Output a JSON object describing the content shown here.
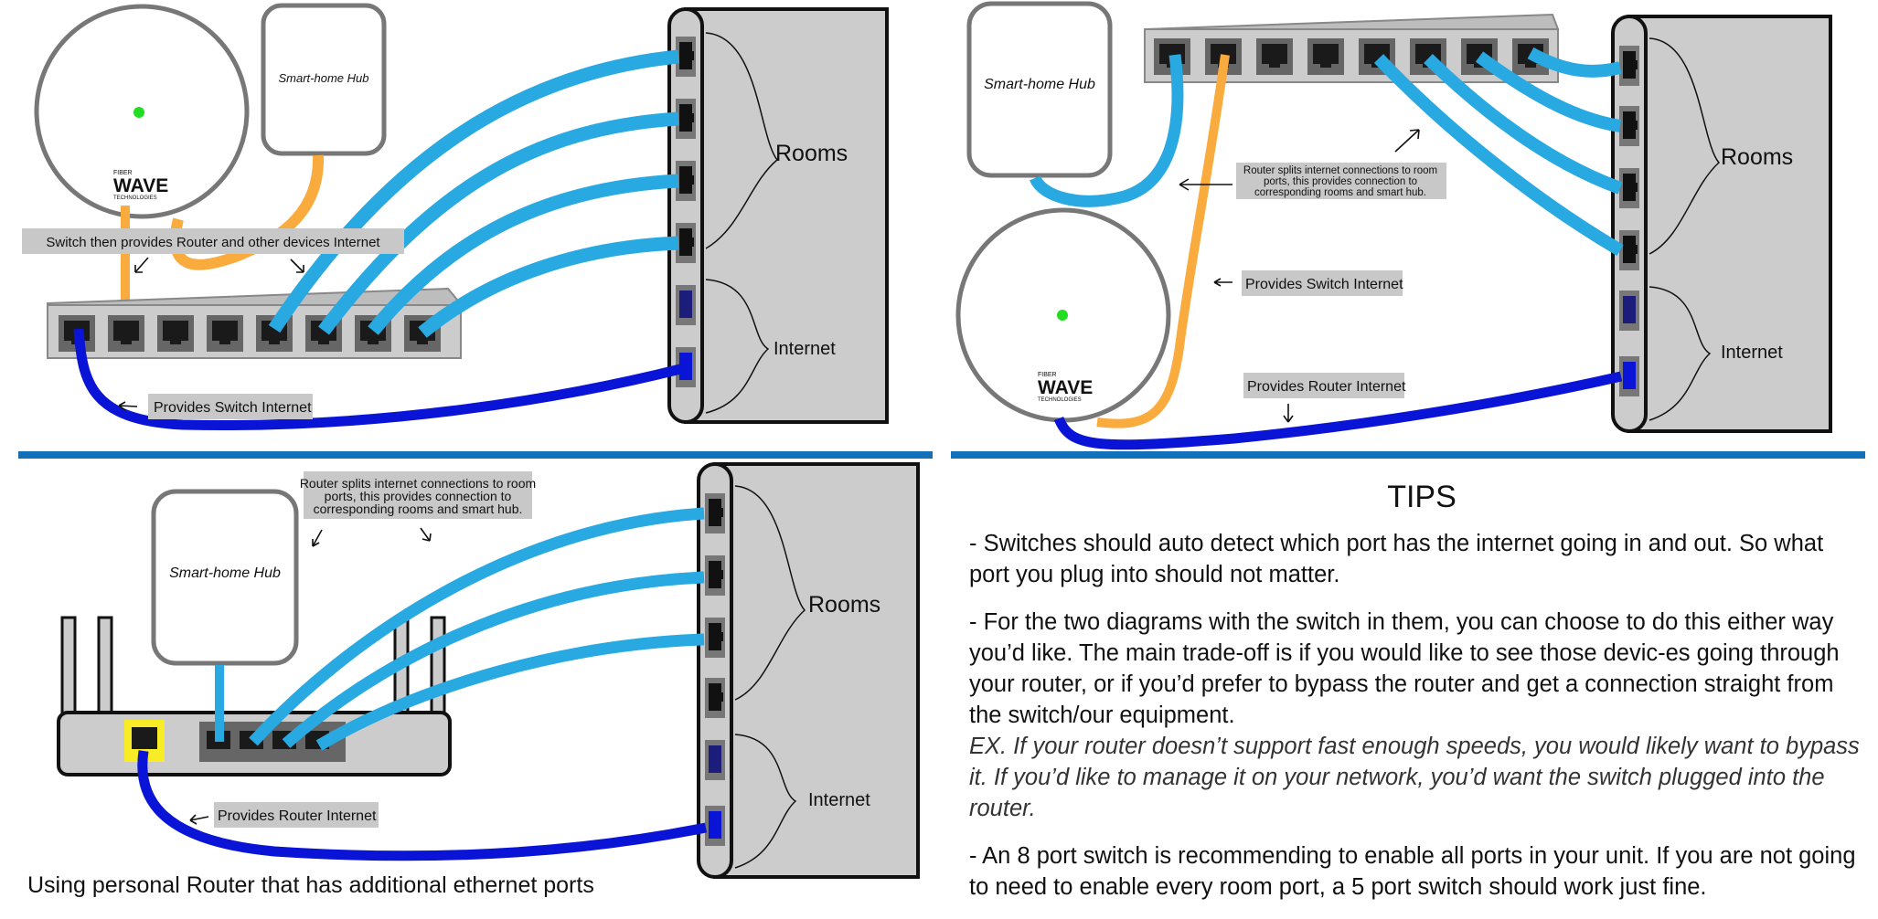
{
  "labels": {
    "hub": "Smart-home Hub",
    "rooms": "Rooms",
    "internet": "Internet",
    "provides_switch_internet": "Provides Switch Internet",
    "provides_router_internet": "Provides Router Internet",
    "switch_provides_router": "Switch then provides Router and other devices Internet",
    "router_splits_1": "Router splits internet connections to room",
    "router_splits_2": "ports, this provides connection to",
    "router_splits_3": "corresponding rooms and smart hub.",
    "logo_top": "FIBER",
    "logo_main": "WAVE",
    "logo_sub": "TECHNOLOGIES"
  },
  "tips": {
    "title": "TIPS",
    "tip1": "- Switches should auto detect which port has the internet going in and out. So what port you plug into should not matter.",
    "tip2": "- For the two diagrams with the switch in them, you can choose to do this either way you’d like. The main trade-off is if you would like to see those devic-es going through your router, or if you’d prefer to bypass the router and get a connection straight from the switch/our equipment.",
    "tip2_ex": "EX. If your router doesn’t support fast enough speeds, you would likely want to bypass it. If you’d like to manage it on your network, you’d want the switch plugged into the router.",
    "tip3": "- An 8 port switch is recommending to enable all ports in your unit. If you are not going to need to enable every room port, a 5 port switch should work just fine."
  },
  "caption": "Using personal Router that has additional ethernet ports",
  "colors": {
    "cable_room": "#29a9e1",
    "cable_internet": "#0a14d6",
    "cable_orange": "#f9ab3e",
    "panel": "#cccccc",
    "divider": "#1170b9",
    "label_bg": "#c8c8c8",
    "led": "#22dd22",
    "router_wan": "#f7ec25"
  }
}
